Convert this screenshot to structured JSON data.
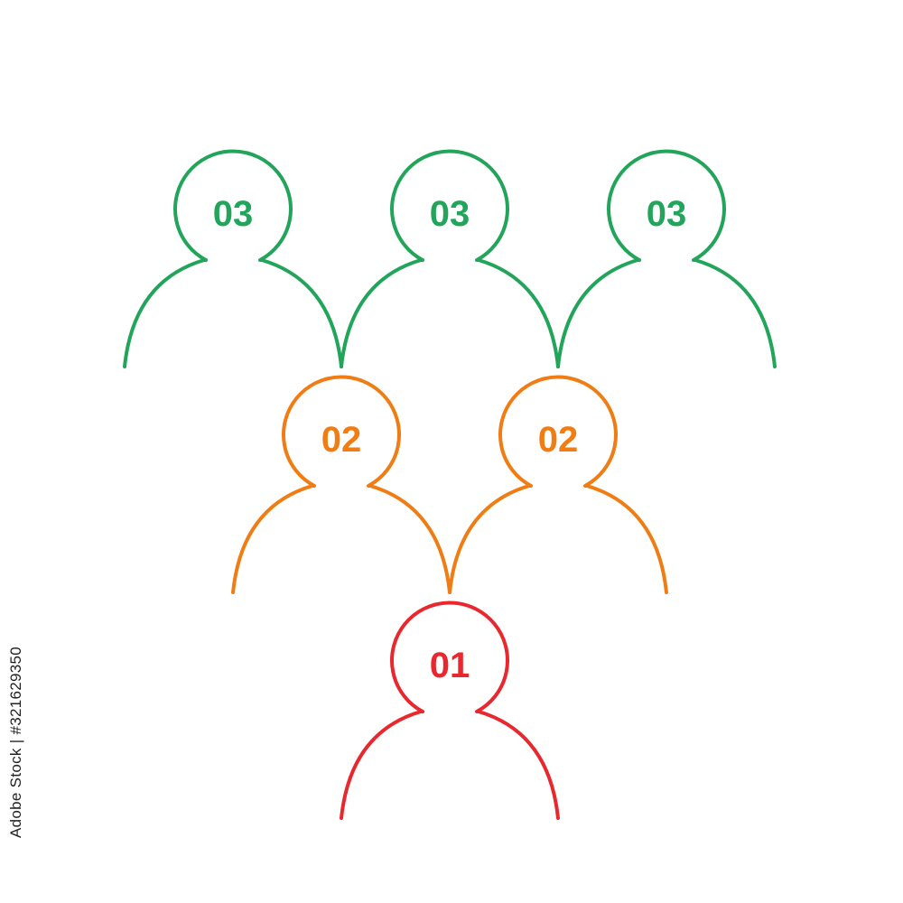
{
  "diagram": {
    "tiers": [
      {
        "color": "#22a55a",
        "people": [
          {
            "label": "03"
          },
          {
            "label": "03"
          },
          {
            "label": "03"
          }
        ]
      },
      {
        "color": "#ef7d14",
        "people": [
          {
            "label": "02"
          },
          {
            "label": "02"
          }
        ]
      },
      {
        "color": "#e8282e",
        "people": [
          {
            "label": "01"
          }
        ]
      }
    ]
  },
  "watermark": {
    "stock_id": "Adobe Stock | #321629350"
  },
  "icons": {
    "person": "person-outline-icon"
  }
}
